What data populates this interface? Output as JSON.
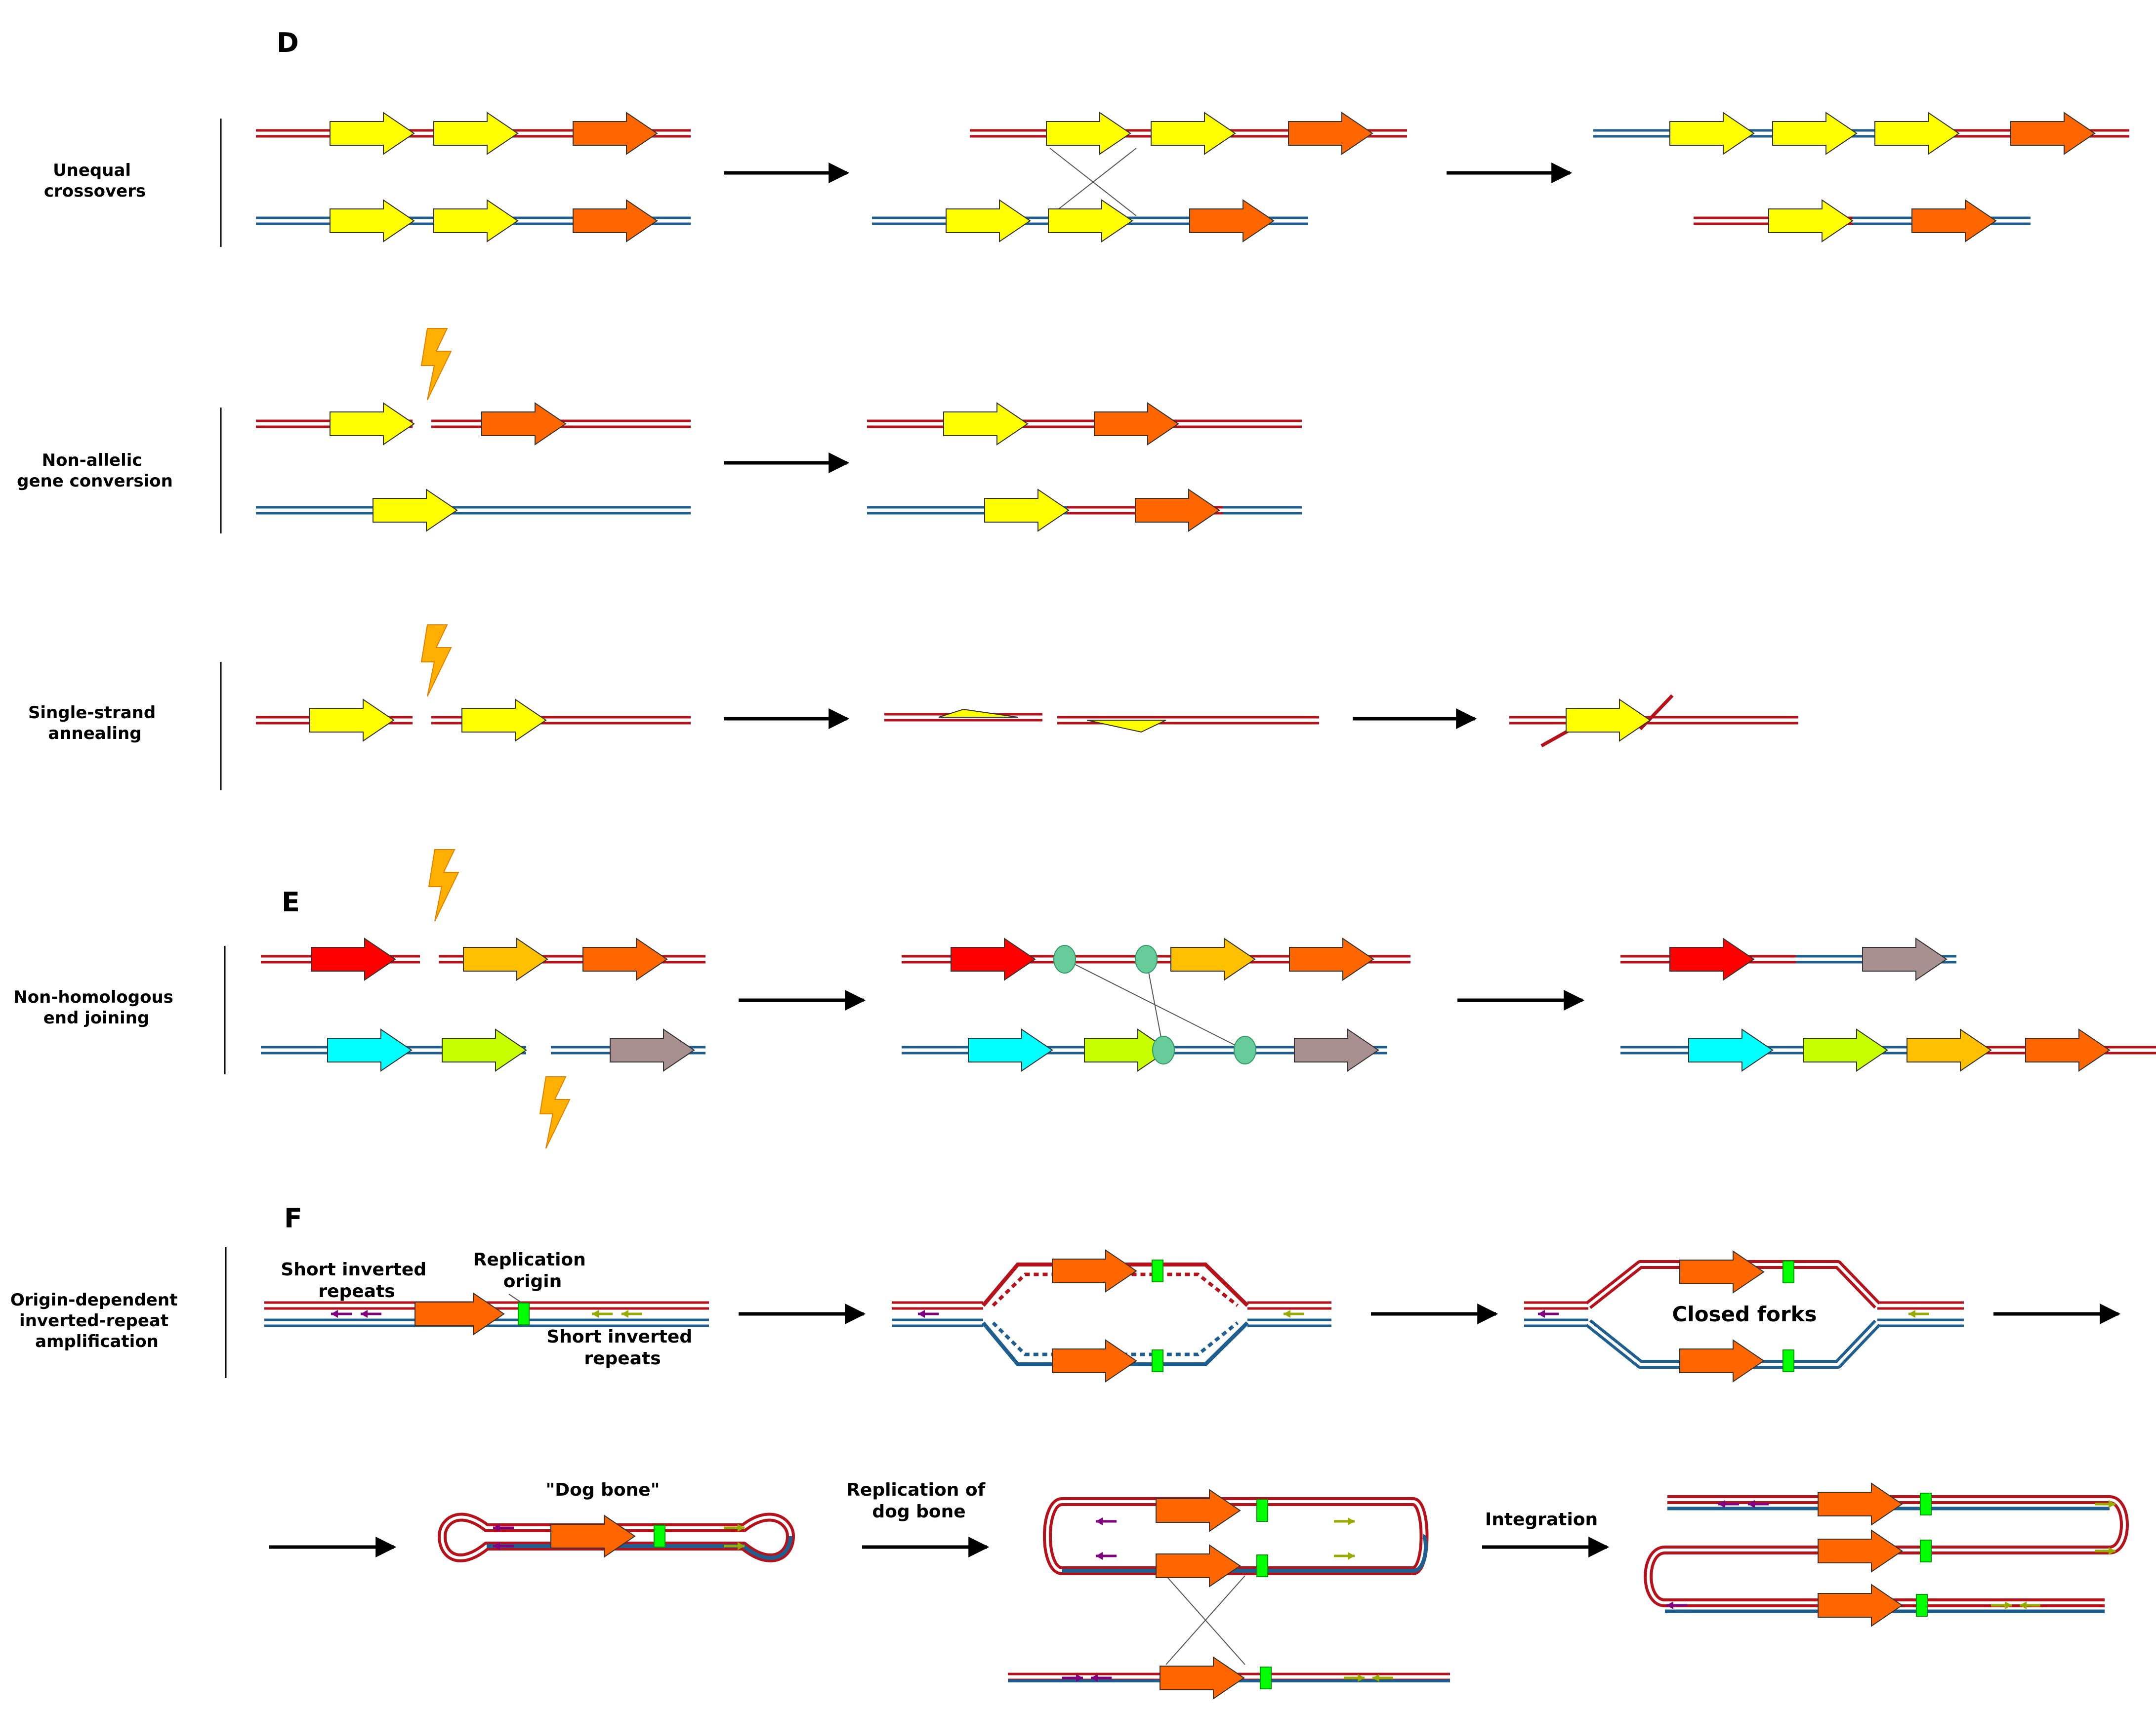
{
  "panels": {
    "d": "D",
    "e": "E",
    "f": "F"
  },
  "labels": {
    "unequal": [
      "Unequal",
      "crossovers"
    ],
    "nagc": [
      "Non-allelic",
      "gene conversion"
    ],
    "ssa": [
      "Single-strand",
      "annealing"
    ],
    "nhej": [
      "Non-homologous",
      "end joining"
    ],
    "odira": [
      "Origin-dependent",
      "inverted-repeat",
      "amplification"
    ]
  },
  "annotations": {
    "short_inverted_repeats": [
      "Short inverted",
      "repeats"
    ],
    "replication_origin": [
      "Replication",
      "origin"
    ],
    "short_inverted_repeats_2": [
      "Short inverted",
      "repeats"
    ],
    "closed_forks": "Closed forks",
    "dog_bone": "\"Dog bone\"",
    "replication_of_dog_bone": [
      "Replication of",
      "dog bone"
    ],
    "integration": "Integration"
  },
  "colors": {
    "red_strand": "#b5121b",
    "blue_strand": "#1f5f8f",
    "yellow_gene": "#ffff00",
    "orange_gene": "#ff6600",
    "red_gene": "#ff0000",
    "amber_gene": "#ffc000",
    "cyan_gene": "#00ffff",
    "lime_gene": "#c8ff00",
    "gray_gene": "#a89090",
    "origin": "#00ff00",
    "ku": "#66cc99",
    "lightning": "#ffb000",
    "purple_repeat": "#800080",
    "olive_repeat": "#99aa00"
  }
}
